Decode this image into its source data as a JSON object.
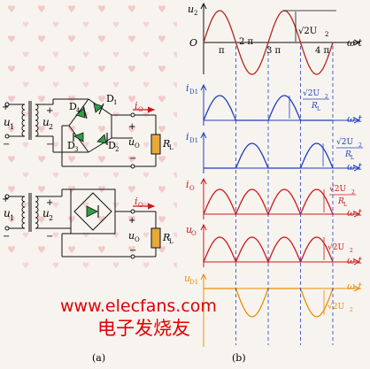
{
  "colors": {
    "ink": "#111111",
    "waveform_u2": "#b5261e",
    "waveform_id1": "#1f3fbf",
    "waveform_output": "#cc1a1a",
    "waveform_ud1": "#f08c00",
    "dashed_guides": "#1f3fbf",
    "diode_fill": "#2f9e44",
    "load_fill": "#e8a83a",
    "watermark": "#e00000"
  },
  "circuit_a": {
    "input_label": "u",
    "input_sub": "1",
    "secondary_label": "u",
    "secondary_sub": "2",
    "plus": "+",
    "minus": "−",
    "diode_d4": "D",
    "diode_d4_sub": "4",
    "diode_d1": "D",
    "diode_d1_sub": "1",
    "diode_d3": "D",
    "diode_d3_sub": "3",
    "diode_d2": "D",
    "diode_d2_sub": "2",
    "current_label": "i",
    "current_sub": "O",
    "output_label": "u",
    "output_sub": "O",
    "load_label": "R",
    "load_sub": "L"
  },
  "circuit_b": {
    "input_label": "u",
    "input_sub": "1",
    "secondary_label": "u",
    "secondary_sub": "2",
    "plus": "+",
    "minus": "−",
    "current_label": "i",
    "current_sub": "O",
    "output_label": "u",
    "output_sub": "O",
    "load_label": "R",
    "load_sub": "L"
  },
  "plots": {
    "origin": "O",
    "time_axis": "ω t",
    "u2_axis": "u",
    "u2_sub": "2",
    "tick_pi": "π",
    "tick_2pi": "2 π",
    "tick_3pi": "3 π",
    "tick_4pi": "4 π",
    "amp_u2": "√2U",
    "amp_u2_sub": "2",
    "id1_axis": "i",
    "id1_sub": "D1",
    "id2_axis": "i",
    "id2_sub": "D1",
    "frac_num": "√2U",
    "frac_num_sub": "2",
    "frac_den": "R",
    "frac_den_sub": "L",
    "io_axis": "i",
    "io_sub": "O",
    "uo_axis": "u",
    "uo_sub": "O",
    "ud1_axis": "u",
    "ud1_sub": "D1"
  },
  "captions": {
    "a": "(a)",
    "b": "(b)"
  },
  "watermark": {
    "url": "www.elecfans.com",
    "cn": "电子发烧友"
  }
}
